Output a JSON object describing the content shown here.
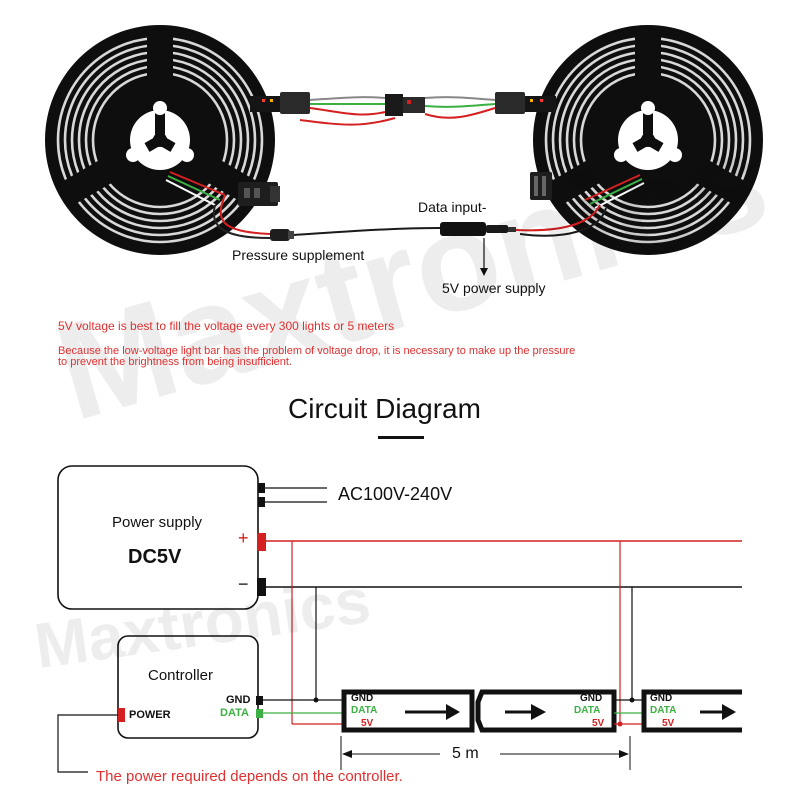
{
  "top": {
    "data_input_label": "Data input-",
    "pressure_label": "Pressure supplement",
    "supply_label": "5V power supply"
  },
  "notes": {
    "line1": "5V voltage is best to fill the voltage every 300 lights or 5 meters",
    "line2": "Because the low-voltage light bar has the problem of voltage drop, it is necessary to make up the pressure to prevent the brightness from being insufficient."
  },
  "diagram": {
    "title": "Circuit Diagram",
    "ac_label": "AC100V-240V",
    "power_supply_label": "Power supply",
    "dc_label": "DC5V",
    "plus_sign": "+",
    "minus_sign": "−",
    "controller_label": "Controller",
    "power_port_label": "POWER",
    "gnd_label": "GND",
    "data_label": "DATA",
    "v5_label": "5V",
    "segment_pins": [
      "GND",
      "DATA",
      "5V"
    ],
    "dimension_label": "5 m",
    "footer_note": "The power required depends on the controller."
  },
  "watermark": {
    "text": "Maxtronics"
  },
  "colors": {
    "red_wire": "#d42020",
    "black_wire": "#000000",
    "data_green": "#3cb043",
    "note_red": "#e03030",
    "reel_black": "#111111"
  }
}
